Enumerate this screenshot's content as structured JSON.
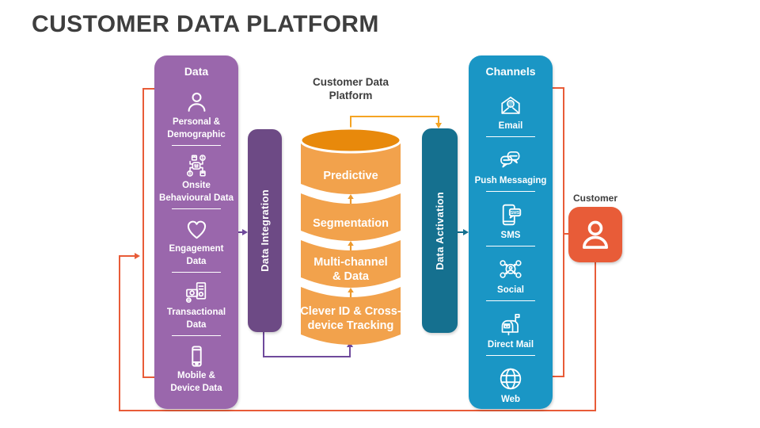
{
  "title": "CUSTOMER DATA PLATFORM",
  "colors": {
    "accent_orange": "#E85C38",
    "panel_purple": "#9A67AC",
    "bar_purple": "#6D4A85",
    "line_purple": "#6F4A9C",
    "panel_blue": "#1A96C5",
    "bar_teal": "#15708F",
    "cylinder_body": "#F2A24C",
    "cylinder_top": "#E8890B",
    "connector_amber": "#F5A423",
    "title_text": "#3E3E3E"
  },
  "data_panel": {
    "header": "Data",
    "items": [
      {
        "icon": "person",
        "lines": [
          "Personal &",
          "Demographic"
        ]
      },
      {
        "icon": "behavioural",
        "lines": [
          "Onsite",
          "Behavioural Data"
        ]
      },
      {
        "icon": "heart",
        "lines": [
          "Engagement",
          "Data"
        ]
      },
      {
        "icon": "transactions",
        "lines": [
          "Transactional",
          "Data"
        ]
      },
      {
        "icon": "mobile",
        "lines": [
          "Mobile &",
          "Device Data"
        ]
      }
    ]
  },
  "integration_bar": {
    "label": "Data Integration"
  },
  "cdp": {
    "title_lines": [
      "Customer Data",
      "Platform"
    ],
    "segments": [
      [
        "Predictive"
      ],
      [
        "Segmentation"
      ],
      [
        "Multi-channel",
        "& Data"
      ],
      [
        "Clever ID & Cross-",
        "device Tracking"
      ]
    ]
  },
  "activation_bar": {
    "label": "Data Activation"
  },
  "channels_panel": {
    "header": "Channels",
    "items": [
      {
        "icon": "email",
        "lines": [
          "Email"
        ]
      },
      {
        "icon": "push-messaging",
        "lines": [
          "Push Messaging"
        ]
      },
      {
        "icon": "sms",
        "lines": [
          "SMS"
        ]
      },
      {
        "icon": "social",
        "lines": [
          "Social"
        ]
      },
      {
        "icon": "direct-mail",
        "lines": [
          "Direct Mail"
        ]
      },
      {
        "icon": "web",
        "lines": [
          "Web"
        ]
      }
    ]
  },
  "customer": {
    "label": "Customer",
    "icon": "customer-person"
  }
}
